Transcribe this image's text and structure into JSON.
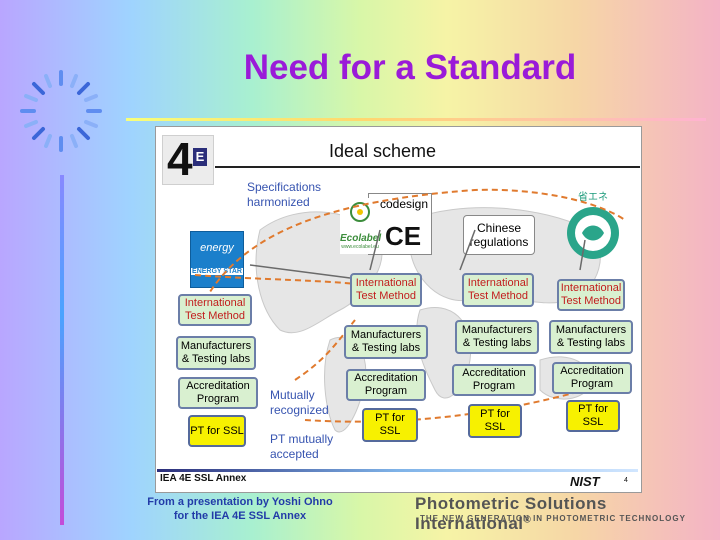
{
  "slide": {
    "title": "Need for a Standard",
    "caption": "From a presentation by Yoshi Ohno for the IEA 4E SSL Annex",
    "brand_name": "Photometric Solutions International",
    "brand_mark": "®",
    "brand_tagline": "THE NEW GENERATION IN PHOTOMETRIC TECHNOLOGY"
  },
  "figure": {
    "logo_number": "4",
    "logo_letter": "E",
    "heading": "Ideal scheme",
    "specs_label": "Specifications harmonized",
    "ecodesign_label": "Ecodesign",
    "ecolabel_label": "Ecolabel",
    "ecolabel_url": "www.ecolabel.eu",
    "ce_mark": "CE",
    "chinese_regulations_label": "Chinese regulations",
    "energy_star_logo_text": "energy",
    "energy_star_label": "ENERGY STAR",
    "japan_logo_text": "省エネ",
    "mutually_recognized_label": "Mutually recognized",
    "pt_mutually_accepted_label": "PT mutually accepted",
    "footer_left": "IEA 4E SSL Annex",
    "footer_right": "NIST",
    "page_number": "4",
    "columns": [
      {
        "test_method": "International Test Method",
        "manufacturers": "Manufacturers & Testing labs",
        "accreditation": "Accreditation Program",
        "pt": "PT for SSL"
      },
      {
        "test_method": "International Test Method",
        "manufacturers": "Manufacturers & Testing labs",
        "accreditation": "Accreditation Program",
        "pt": "PT for SSL"
      },
      {
        "test_method": "International Test Method",
        "manufacturers": "Manufacturers & Testing labs",
        "accreditation": "Accreditation Program",
        "pt": "PT for SSL"
      },
      {
        "test_method": "International Test Method",
        "manufacturers": "Manufacturers & Testing labs",
        "accreditation": "Accreditation Program",
        "pt": "PT for SSL"
      }
    ]
  },
  "colors": {
    "title": "#9a1bd8",
    "box_border": "#6b7ea8",
    "box_fill": "#d9f0d0",
    "pt_fill": "#f7f100",
    "test_method_text": "#c21d1d",
    "annotation_text": "#3754b0",
    "arrow": "#e07a2e"
  }
}
